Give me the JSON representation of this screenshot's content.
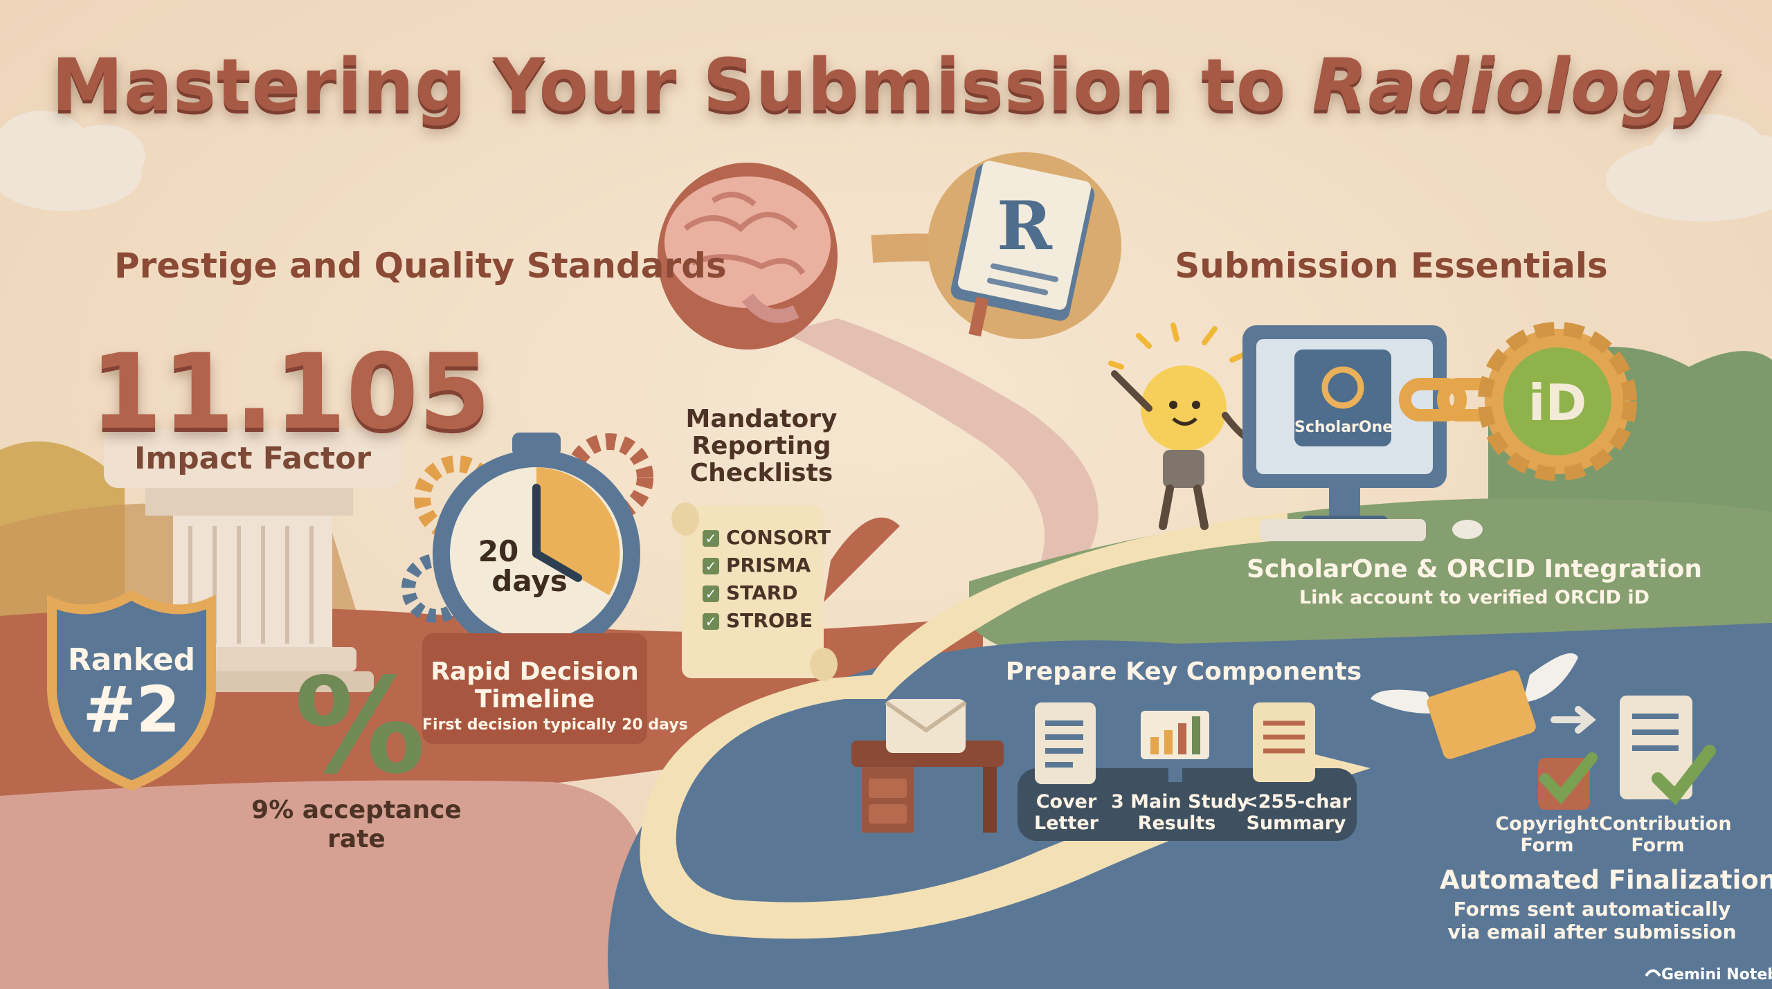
{
  "title": {
    "main": "Mastering Your Submission to ",
    "journal": "Radiology"
  },
  "left": {
    "heading": "Prestige and Quality Standards",
    "impact_value": "11.105",
    "impact_label": "Impact Factor",
    "rank_line1": "Ranked",
    "rank_line2": "#2",
    "acceptance_symbol": "%",
    "acceptance_text_1": "9% acceptance",
    "acceptance_text_2": "rate",
    "timer_value": "20",
    "timer_unit": "days",
    "timeline_title_1": "Rapid Decision",
    "timeline_title_2": "Timeline",
    "timeline_sub": "First decision typically 20 days"
  },
  "checklist": {
    "title_1": "Mandatory",
    "title_2": "Reporting",
    "title_3": "Checklists",
    "items": [
      "CONSORT",
      "PRISMA",
      "STARD",
      "STROBE"
    ]
  },
  "book_letter": "R",
  "right": {
    "heading": "Submission Essentials",
    "scholarone_label": "ScholarOne",
    "orcid_label": "iD",
    "integration_title": "ScholarOne & ORCID Integration",
    "integration_sub": "Link account to verified ORCID iD",
    "prepare_title": "Prepare Key Components",
    "components": [
      {
        "line1": "Cover",
        "line2": "Letter"
      },
      {
        "line1": "3 Main Study",
        "line2": "Results"
      },
      {
        "line1": "<255-char",
        "line2": "Summary"
      }
    ],
    "forms": [
      {
        "line1": "Copyright",
        "line2": "Form"
      },
      {
        "line1": "Contribution",
        "line2": "Form"
      }
    ],
    "final_title": "Automated Finalization",
    "final_sub_1": "Forms sent automatically",
    "final_sub_2": "via email after submission"
  },
  "footer": "Gemini Notebook",
  "colors": {
    "title": "#a65a45",
    "terracotta": "#b8664c",
    "river": "#5a7796",
    "grass": "#7d9a6d",
    "path": "#f3e0b5"
  }
}
